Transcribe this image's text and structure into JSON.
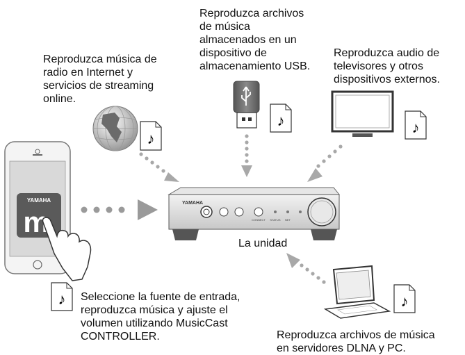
{
  "captions": {
    "internet": "Reproduzca música de\nradio en Internet y\nservicios de streaming\nonline.",
    "usb": "Reproduzca archivos\nde música\nalmacenados en un\ndispositivo de\nalmacenamiento USB.",
    "tv": "Reproduzca audio de\ntelevisores y otros\ndispositivos externos.",
    "app": "Seleccione la fuente de entrada,\nreproduzca música y ajuste el\nvolumen utilizando MusicCast\nCONTROLLER.",
    "pc": "Reproduzca archivos de música\nen servidores DLNA y PC.",
    "unit": "La unidad"
  },
  "device": {
    "brand": "YAMAHA",
    "connect_label": "CONNECT",
    "status_label": "STATUS",
    "net_label": "NET"
  },
  "app": {
    "brand": "YAMAHA",
    "icon_letter": "m"
  },
  "icons": {
    "music_note": "♪",
    "usb_symbol": "⭍"
  },
  "colors": {
    "arrow": "#a8a8a8",
    "device_body": "#dcdcdc",
    "phone_screen": "#d9d9d9"
  }
}
